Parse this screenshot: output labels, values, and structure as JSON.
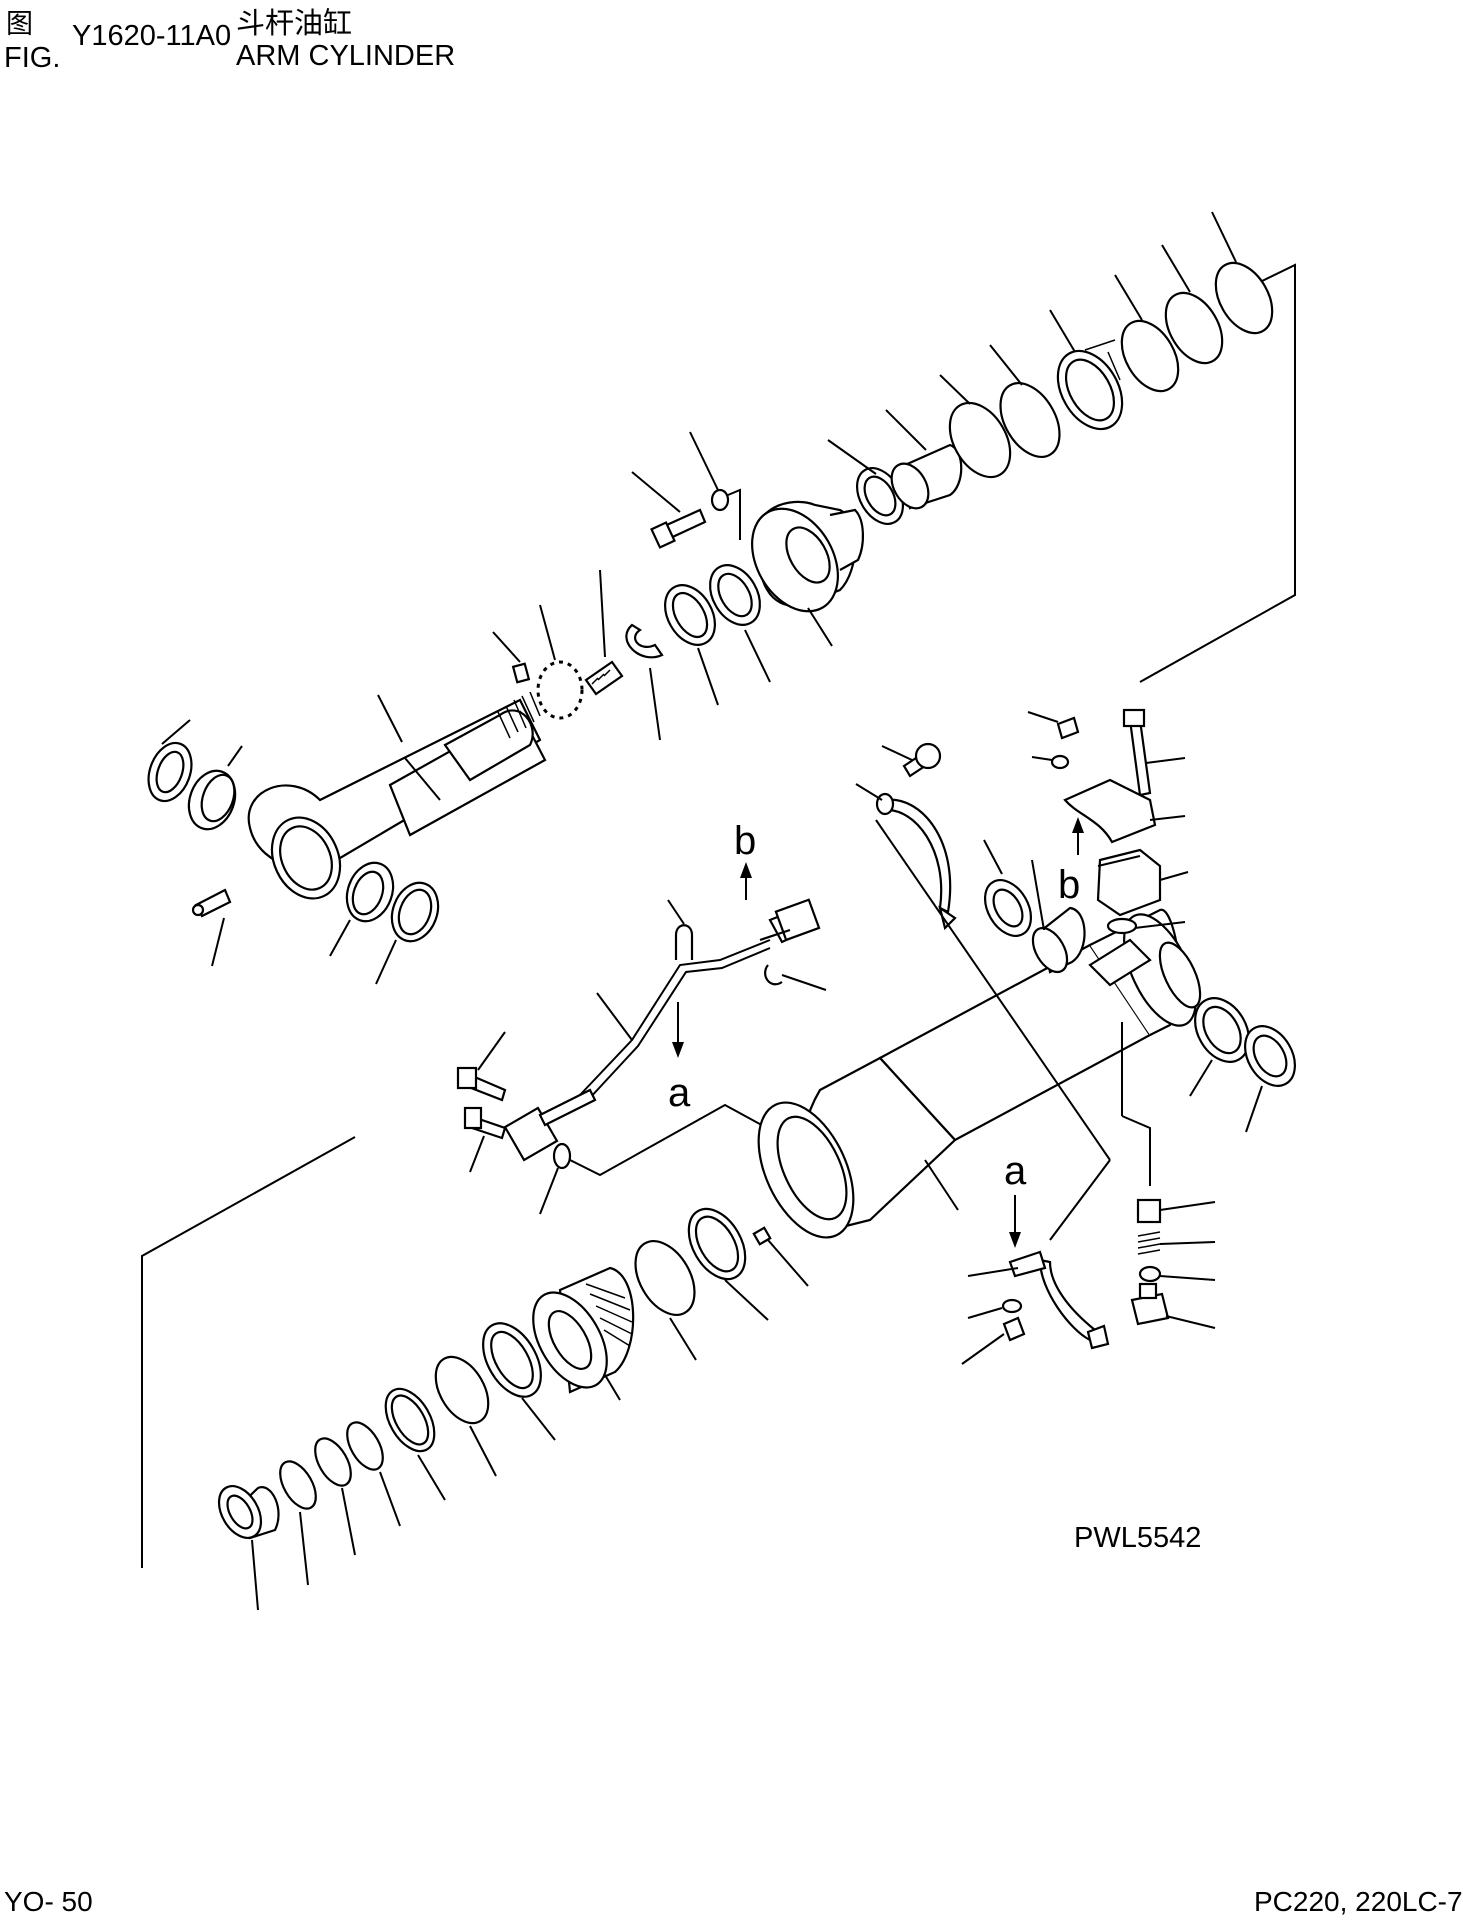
{
  "header": {
    "fig_cn": "图",
    "fig_en": "FIG.",
    "fig_number": "Y1620-11A0",
    "title_cn": "斗杆油缸",
    "title_en": "ARM CYLINDER"
  },
  "diagram": {
    "picture_code": "PWL5542",
    "callout_labels": [
      "a",
      "a",
      "b",
      "b"
    ]
  },
  "footer": {
    "page": "YO- 50",
    "model": "PC220, 220LC-7"
  }
}
